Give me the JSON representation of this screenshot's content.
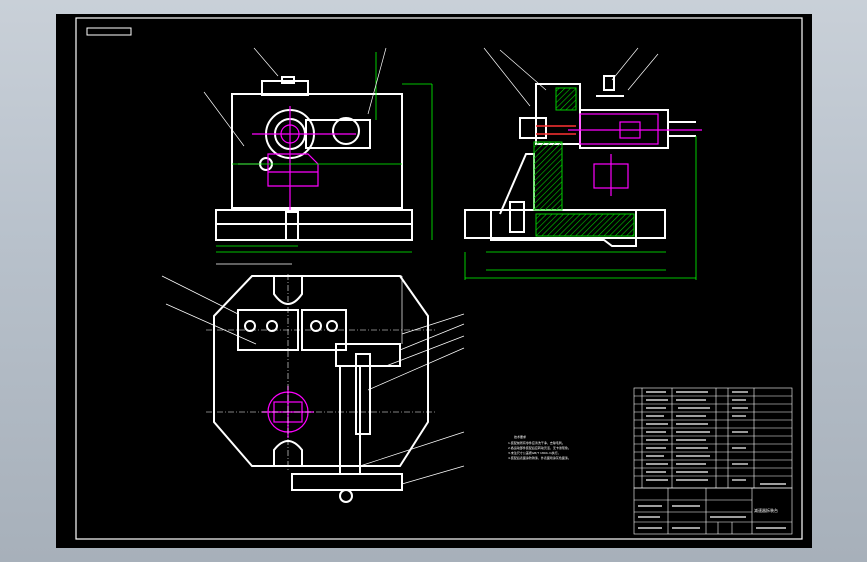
{
  "drawing": {
    "title_label": "减速器拆装台",
    "notes_heading": "技术要求",
    "notes": [
      "1.装配前所有零件应清洗干净，去除毛刺。",
      "2.各运动部件装配后应转动灵活，无卡滞现象。",
      "3.未注尺寸公差按GB/T 1804-m执行。",
      "4.装配后表面涂防锈漆，外表面喷涂灰色面漆。"
    ]
  },
  "colors": {
    "background": "#000000",
    "outline": "#ffffff",
    "dimension": "#00ff00",
    "centerline": "#ff00ff",
    "section_hatch": "#00cc00",
    "leader": "#ffffff"
  }
}
